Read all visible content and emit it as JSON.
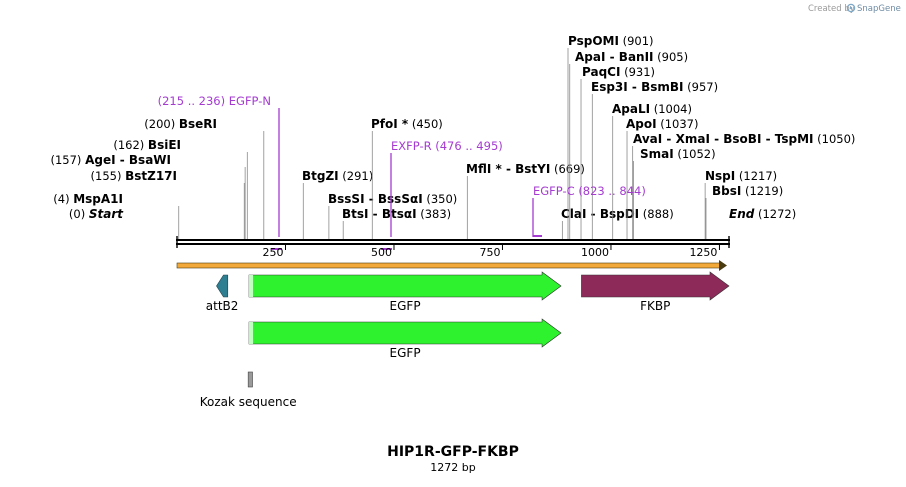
{
  "credit": "Created by",
  "brand": "SnapGene",
  "map": {
    "title": "HIP1R-GFP-FKBP",
    "length_label": "1272 bp",
    "length": 1272,
    "ticks": [
      {
        "value": 250,
        "label": "250"
      },
      {
        "value": 500,
        "label": "500"
      },
      {
        "value": 750,
        "label": "750"
      },
      {
        "value": 1000,
        "label": "1000"
      },
      {
        "value": 1250,
        "label": "1250"
      }
    ]
  },
  "enzymes": [
    {
      "site": 0,
      "pos": "(0)",
      "parts": [
        "Start"
      ],
      "italic": true,
      "side": "left"
    },
    {
      "site": 4,
      "pos": "(4)",
      "parts": [
        "MspA1I"
      ],
      "side": "left"
    },
    {
      "site": 155,
      "pos": "(155)",
      "parts": [
        "BstZ17I"
      ],
      "side": "left"
    },
    {
      "site": 157,
      "pos": "(157)",
      "parts": [
        "AgeI",
        "BsaWI"
      ],
      "side": "left"
    },
    {
      "site": 162,
      "pos": "(162)",
      "parts": [
        "BsiEI"
      ],
      "side": "left"
    },
    {
      "site": 200,
      "pos": "(200)",
      "parts": [
        "BseRI"
      ],
      "side": "left"
    },
    {
      "site": 291,
      "pos": "(291)",
      "parts": [
        "BtgZI"
      ],
      "side": "right"
    },
    {
      "site": 350,
      "pos": "(350)",
      "parts": [
        "BssSI",
        "BssSαI"
      ],
      "side": "right"
    },
    {
      "site": 383,
      "pos": "(383)",
      "parts": [
        "BtsI",
        "BtsαI"
      ],
      "side": "right"
    },
    {
      "site": 450,
      "pos": "(450)",
      "parts": [
        "PfoI *"
      ],
      "side": "right"
    },
    {
      "site": 669,
      "pos": "(669)",
      "parts": [
        "MflI *",
        "BstYI"
      ],
      "side": "right"
    },
    {
      "site": 888,
      "pos": "(888)",
      "parts": [
        "ClaI",
        "BspDI"
      ],
      "side": "right"
    },
    {
      "site": 901,
      "pos": "(901)",
      "parts": [
        "PspOMI"
      ],
      "side": "right"
    },
    {
      "site": 905,
      "pos": "(905)",
      "parts": [
        "ApaI",
        "BanII"
      ],
      "side": "right"
    },
    {
      "site": 931,
      "pos": "(931)",
      "parts": [
        "PaqCI"
      ],
      "side": "right"
    },
    {
      "site": 957,
      "pos": "(957)",
      "parts": [
        "Esp3I",
        "BsmBI"
      ],
      "side": "right"
    },
    {
      "site": 1004,
      "pos": "(1004)",
      "parts": [
        "ApaLI"
      ],
      "side": "right"
    },
    {
      "site": 1037,
      "pos": "(1037)",
      "parts": [
        "ApoI"
      ],
      "side": "right"
    },
    {
      "site": 1050,
      "pos": "(1050)",
      "parts": [
        "AvaI",
        "XmaI",
        "BsoBI",
        "TspMI"
      ],
      "side": "right"
    },
    {
      "site": 1052,
      "pos": "(1052)",
      "parts": [
        "SmaI"
      ],
      "side": "right"
    },
    {
      "site": 1217,
      "pos": "(1217)",
      "parts": [
        "NspI"
      ],
      "side": "right"
    },
    {
      "site": 1219,
      "pos": "(1219)",
      "parts": [
        "BbsI"
      ],
      "side": "right"
    },
    {
      "site": 1272,
      "pos": "(1272)",
      "parts": [
        "End"
      ],
      "italic": true,
      "side": "right"
    }
  ],
  "primers": [
    {
      "name": "EGFP-N",
      "range": "(215 .. 236)",
      "start": 215,
      "end": 236,
      "side": "left"
    },
    {
      "name": "EXFP-R",
      "range": "(476 .. 495)",
      "start": 476,
      "end": 495,
      "side": "right"
    },
    {
      "name": "EGFP-C",
      "range": "(823 .. 844)",
      "start": 823,
      "end": 844,
      "side": "right"
    }
  ],
  "features": [
    {
      "name": "attB2",
      "type": "arrow-left",
      "start": 91,
      "end": 117,
      "row": 1,
      "color": "#2f7f92"
    },
    {
      "name": "EGFP",
      "type": "arrow-right",
      "start": 166,
      "end": 885,
      "row": 1,
      "color": "#2ef22e"
    },
    {
      "name": "FKBP",
      "type": "arrow-right",
      "start": 932,
      "end": 1272,
      "row": 1,
      "color": "#8e2a5a"
    },
    {
      "name": "EGFP",
      "type": "arrow-right",
      "start": 166,
      "end": 885,
      "row": 2,
      "color": "#2ef22e"
    },
    {
      "name": "Kozak sequence",
      "type": "box",
      "start": 164,
      "end": 174,
      "row": 3,
      "color": "#9a9a9a"
    }
  ],
  "orf": {
    "start": 0,
    "end": 1272,
    "color": "#f2a93a"
  }
}
